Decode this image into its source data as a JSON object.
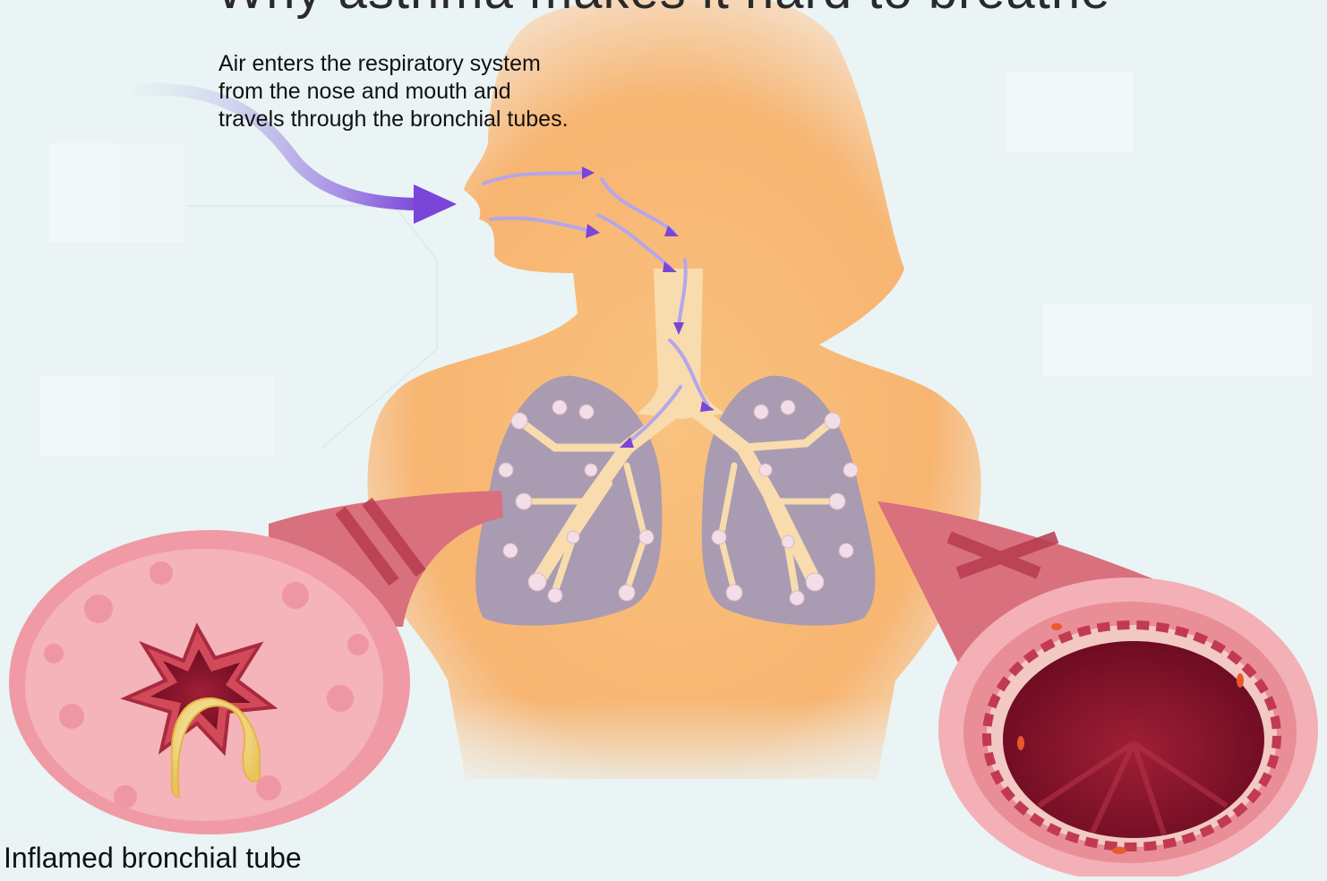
{
  "title": "Why asthma makes it hard to breathe",
  "caption": {
    "line1": "Air enters the respiratory system",
    "line2": "from the nose and mouth and",
    "line3": "travels through the bronchial tubes."
  },
  "labels": {
    "inflamed": "Inflamed bronchial tube"
  },
  "colors": {
    "background": "#eaf4f4",
    "body": "#f6b87a",
    "lungs": "#a99bb2",
    "airflow": "#8a5bd6",
    "tube_wall": "#e98e96",
    "tube_muscle": "#b73a4e",
    "mucus": "#f2d77a"
  },
  "icons": [
    "airflow-arrow-icon",
    "lungs-icon"
  ]
}
